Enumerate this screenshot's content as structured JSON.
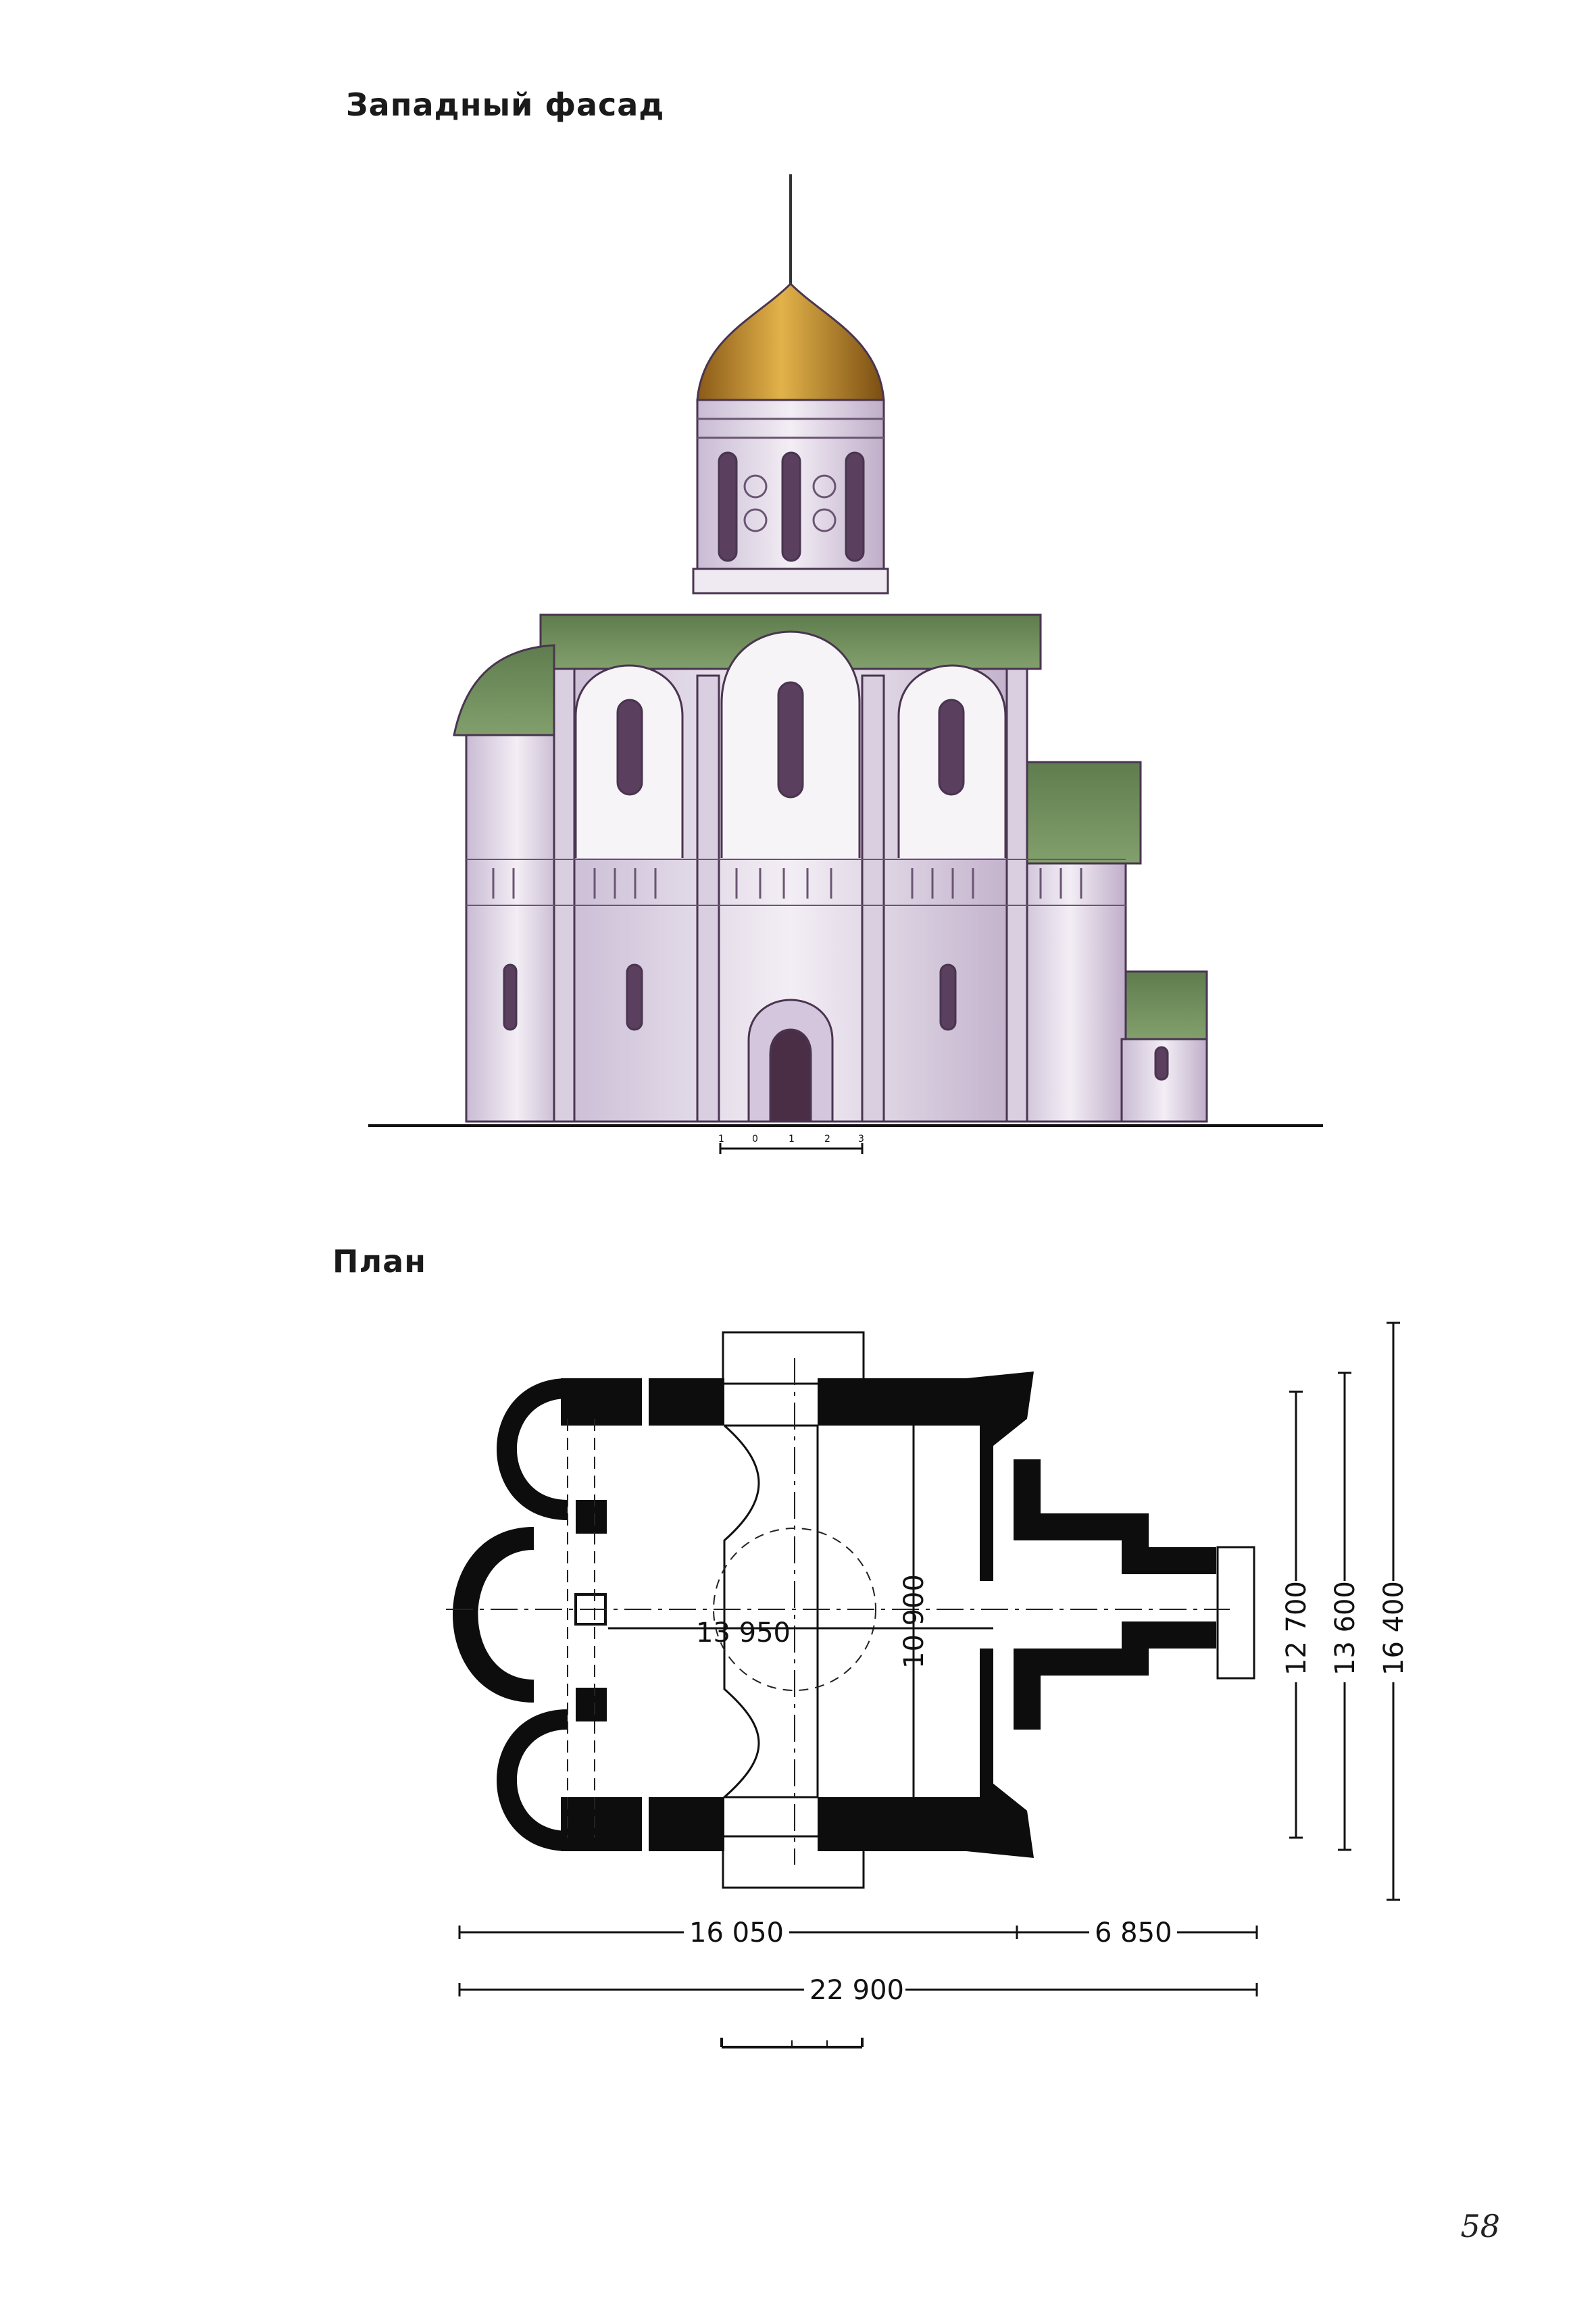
{
  "page": {
    "facade_title": "Западный фасад",
    "plan_title": "План",
    "page_number": "58"
  },
  "facade": {
    "scale_labels": [
      "1",
      "0",
      "1",
      "2",
      "3"
    ],
    "colors": {
      "dome": "#c9962c",
      "roof": "#6f8a5c",
      "wall": "#e9e2ec",
      "wall_shade": "#b7a6c2",
      "outline": "#4a3550"
    }
  },
  "plan": {
    "dimensions": {
      "nave_width": "13 950",
      "interior_depth": "10 900",
      "width_12700": "12 700",
      "width_13600": "13 600",
      "width_16400": "16 400",
      "length_main": "16 050",
      "length_annex": "6 850",
      "length_total": "22 900"
    }
  }
}
